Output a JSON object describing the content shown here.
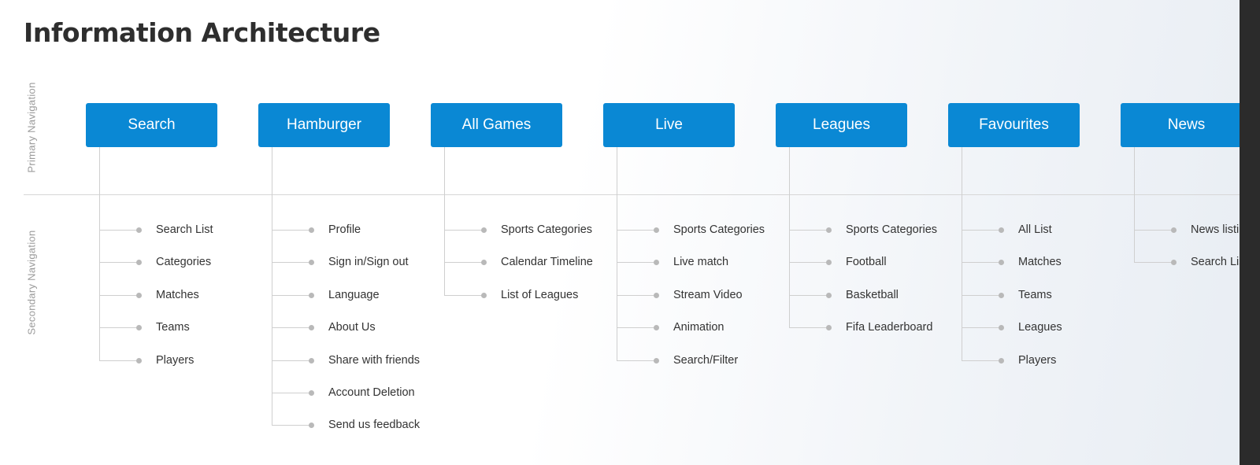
{
  "title": "Information Architecture",
  "primary_label": "Primary Navigation",
  "secondary_label": "Secondary  Navigation",
  "columns": [
    {
      "label": "Search",
      "items": [
        "Search List",
        "Categories",
        "Matches",
        "Teams",
        "Players"
      ]
    },
    {
      "label": "Hamburger",
      "items": [
        "Profile",
        "Sign in/Sign out",
        "Language",
        "About Us",
        "Share with friends",
        "Account Deletion",
        "Send us feedback"
      ]
    },
    {
      "label": "All Games",
      "items": [
        "Sports Categories",
        "Calendar Timeline",
        "List of Leagues"
      ]
    },
    {
      "label": "Live",
      "items": [
        "Sports Categories",
        "Live match",
        "Stream Video",
        "Animation",
        "Search/Filter"
      ]
    },
    {
      "label": "Leagues",
      "items": [
        "Sports Categories",
        "Football",
        "Basketball",
        "Fifa Leaderboard"
      ]
    },
    {
      "label": "Favourites",
      "items": [
        "All List",
        "Matches",
        "Teams",
        "Leagues",
        "Players"
      ]
    },
    {
      "label": "News",
      "items": [
        "News listing",
        "Search List"
      ]
    }
  ],
  "colors": {
    "primary_box": "#0a88d4",
    "connector": "#cfcfcf",
    "dot": "#b9b9b9"
  }
}
